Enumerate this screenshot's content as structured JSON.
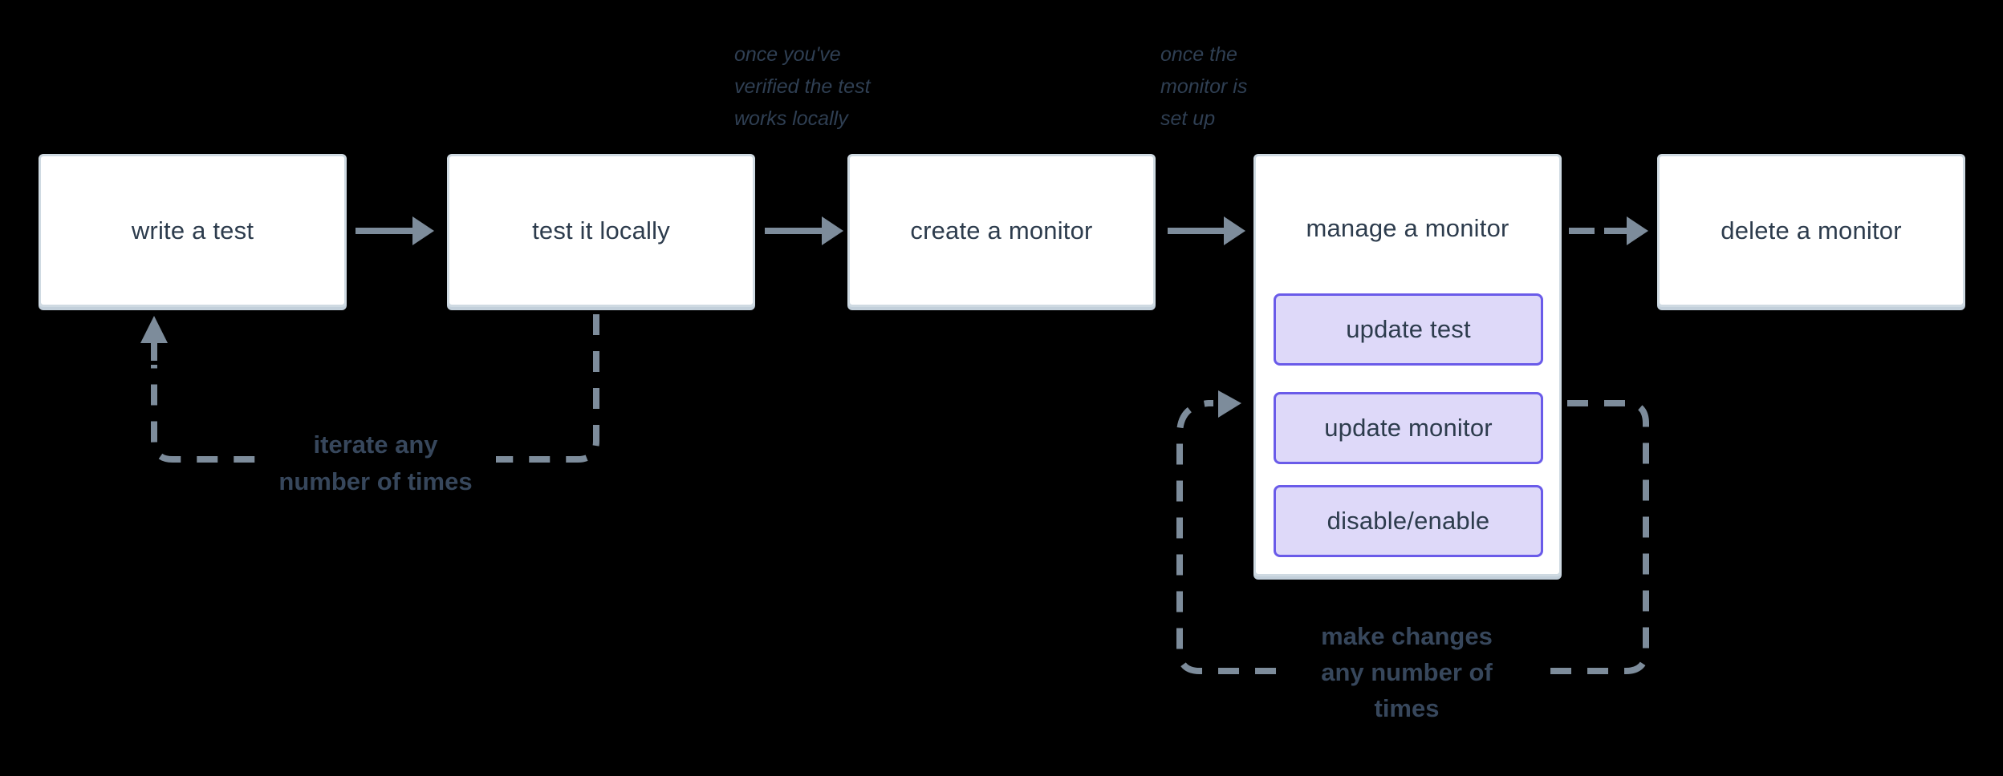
{
  "nodes": [
    {
      "label": "write a test"
    },
    {
      "label": "test it locally"
    },
    {
      "label": "create a monitor"
    },
    {
      "label": "manage a monitor"
    },
    {
      "label": "delete a monitor"
    }
  ],
  "manage_actions": [
    {
      "label": "update test"
    },
    {
      "label": "update monitor"
    },
    {
      "label": "disable/enable"
    }
  ],
  "annotations": {
    "after_test": {
      "lines": [
        "once you've",
        "verified the test",
        "works locally"
      ]
    },
    "after_create": {
      "lines": [
        "once the",
        "monitor is",
        "set up"
      ]
    }
  },
  "loops": {
    "iterate": {
      "lines": [
        "iterate any",
        "number of times"
      ]
    },
    "make_changes": {
      "lines": [
        "make changes",
        "any number of",
        "times"
      ]
    }
  },
  "colors": {
    "background": "#000000",
    "node_fill": "#ffffff",
    "node_border": "#cfdae2",
    "node_text": "#2d3c4d",
    "connector": "#7d8c9b",
    "action_fill": "#ded9f9",
    "action_border": "#6a5be9",
    "annotation_text": "#2f3f53",
    "loop_label_text": "#37475c"
  }
}
